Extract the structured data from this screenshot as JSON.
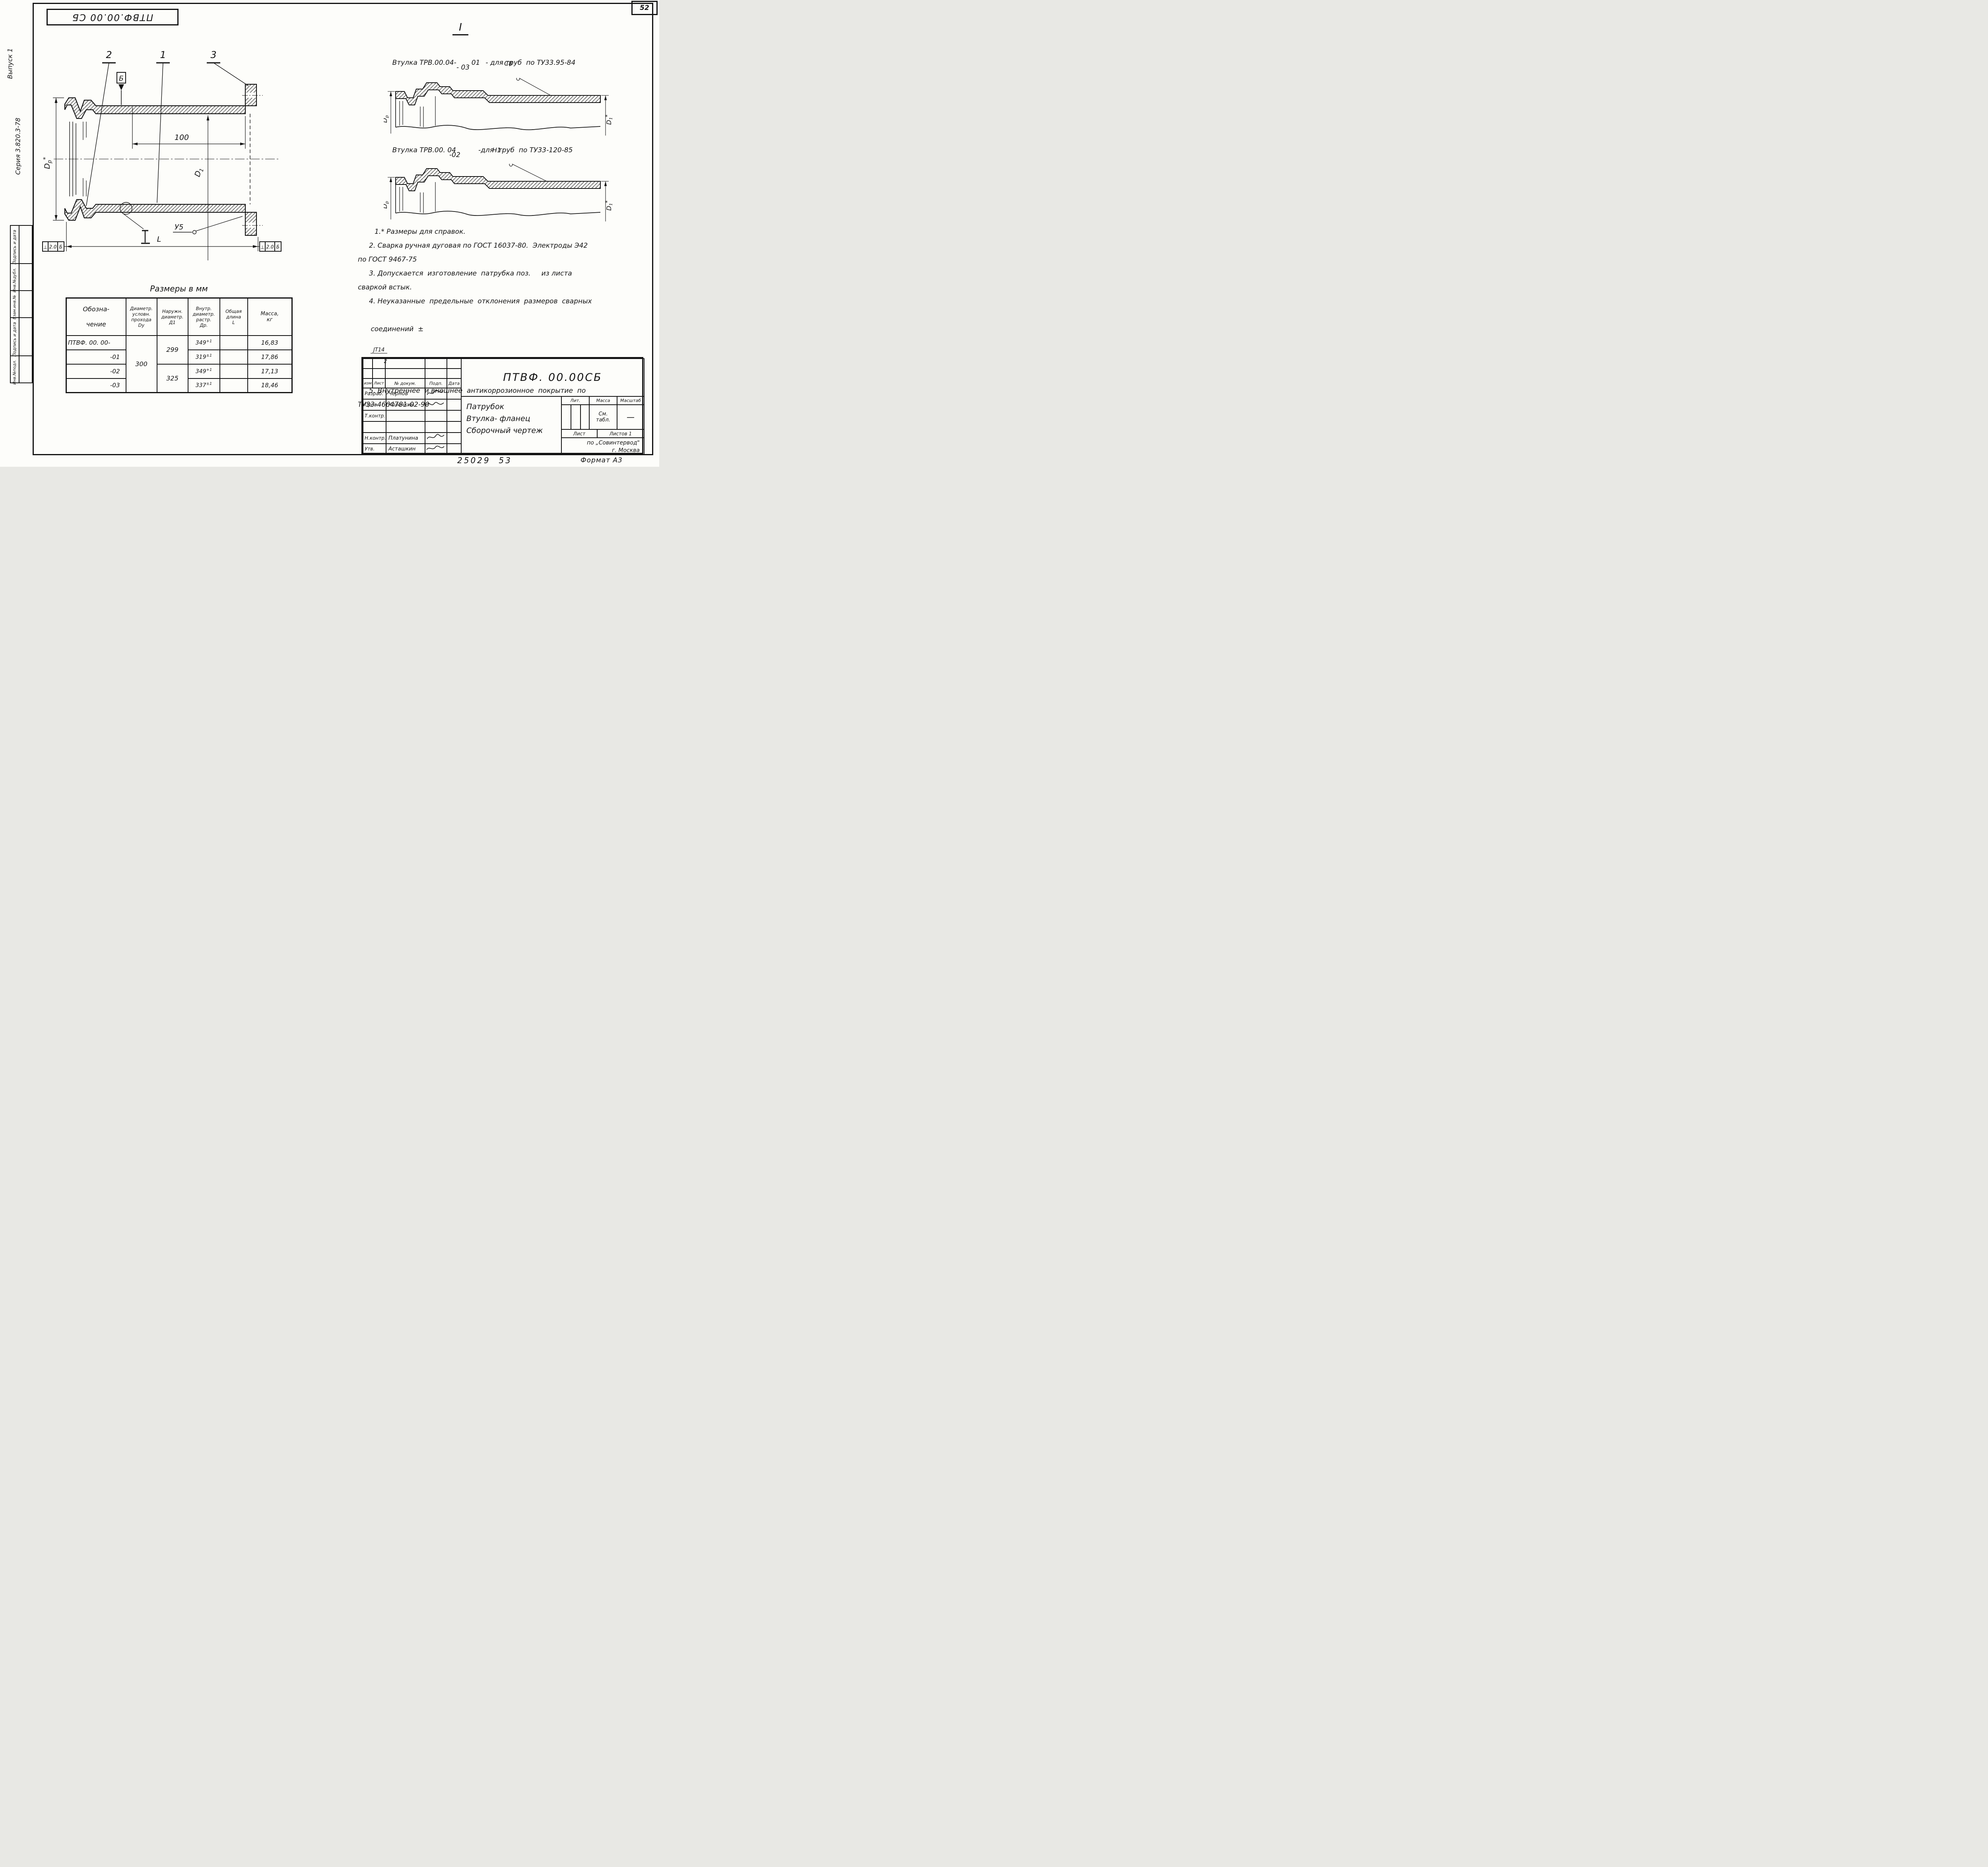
{
  "page": {
    "sheet_number": "52",
    "order_note": "25029  53",
    "format_note": "Формат А3"
  },
  "margin_column": {
    "issue": "Выпуск 1",
    "series": "Серия 3.820.3-78",
    "flipped_doc_number": "ПТВФ.00.00 СБ",
    "stamp_cells": [
      "Подпись и дата",
      "Инв.№дубл.",
      "Взам.инв.№",
      "Подпись и дата",
      "Инв.№подл."
    ]
  },
  "main_view": {
    "callouts": [
      "2",
      "1",
      "3"
    ],
    "datum_flag": "Б",
    "dim_100": "100",
    "dim_d1": {
      "base": "D",
      "sub": "1"
    },
    "dim_dp": {
      "base": "D",
      "sub": "р",
      "star": "*"
    },
    "dim_l": "L",
    "weld_u5": "У5",
    "section_mark": "I",
    "tolerance": {
      "symbol": "⊥",
      "value": "2.0",
      "datum": "Б"
    }
  },
  "details": {
    "heading": "I",
    "first": {
      "caption": "Втулка ТРВ.00.04-",
      "variant": "01",
      "variant2": "- 03",
      "usage": "- для труб  по ТУ33.95-84",
      "weld": "С8",
      "dp": {
        "base": "D",
        "sub": "р",
        "star": "*"
      },
      "d1": {
        "base": "D",
        "sub": "1",
        "star": "*"
      }
    },
    "second": {
      "caption": "Втулка ТРВ.00. 04",
      "variant": "-02",
      "usage": "-для  труб  по ТУ33-120-85",
      "weld": "Н1",
      "dp": {
        "base": "D",
        "sub": "р",
        "star": "*"
      },
      "d1": {
        "base": "D",
        "sub": "1",
        "star": "*"
      }
    }
  },
  "notes": {
    "lines": [
      "1.* Размеры для справок.",
      "2. Сварка ручная дуговая по ГОСТ 16037-80.  Электроды Э42",
      "по ГОСТ 9467-75",
      "3. Допускается  изготовление  патрубка поз.     из листа",
      "сваркой встык.",
      "4. Неуказанные  предельные  отклонения  размеров  сварных",
      "5. Внутреннее  и внешнее  антикоррозионное  покрытие  по",
      "ТУ33-4664781-02-90"
    ],
    "fraction_line": {
      "prefix": "соединений  ±",
      "num": "JT14",
      "den": "2"
    }
  },
  "size_table": {
    "title": "Размеры в мм",
    "headers": {
      "designation": "Обозна-\n\nчение",
      "dn": "Диаметр.\nусловн.\nпрохода\nDу",
      "d1": "Наружн.\nдиаметр.\nД1",
      "dr": "Внутр.\nдиаметр.\nрастр.\nДр.",
      "len": "Общая\nдлина\nL",
      "mass": "Масса,\nкг"
    },
    "dn_value": "300",
    "d1_values": [
      "299",
      "325"
    ],
    "rows": [
      {
        "designation": "ПТВФ. 00. 00-",
        "dr_base": "349",
        "dr_tol": "+1",
        "len": "",
        "mass": "16,83"
      },
      {
        "designation": "-01",
        "dr_base": "319",
        "dr_tol": "±1",
        "len": "",
        "mass": "17,86"
      },
      {
        "designation": "-02",
        "dr_base": "349",
        "dr_tol": "+1",
        "len": "",
        "mass": "17,13"
      },
      {
        "designation": "-03",
        "dr_base": "337",
        "dr_tol": "±1",
        "len": "",
        "mass": "18,46"
      }
    ]
  },
  "title_block": {
    "doc_number": "ПТВФ. 00.00СБ",
    "rev_headers": [
      "изм",
      "Лист",
      "№ докум.",
      "Подп.",
      "Дата"
    ],
    "sign_rows": [
      {
        "role": "Разраб.",
        "name": "Чернов"
      },
      {
        "role": "Пров.",
        "name": "Козочкин"
      },
      {
        "role": "Т.контр.",
        "name": ""
      },
      {
        "role": "",
        "name": ""
      },
      {
        "role": "Н.контр.",
        "name": "Платунина"
      },
      {
        "role": "Утв.",
        "name": "Асташкин"
      }
    ],
    "title_line1": "Патрубок",
    "title_line2": "Втулка- фланец",
    "title_line3": "Сборочный чертеж",
    "lit_label": "Лит.",
    "mass_label": "Масса",
    "scale_label": "Масштаб",
    "mass_value": "См.\nтабл.",
    "scale_value": "—",
    "sheet_label": "Лист",
    "sheets_label": "Листов 1",
    "org_line1": "по „Совинтервод\"",
    "org_line2": "г. Москва"
  }
}
